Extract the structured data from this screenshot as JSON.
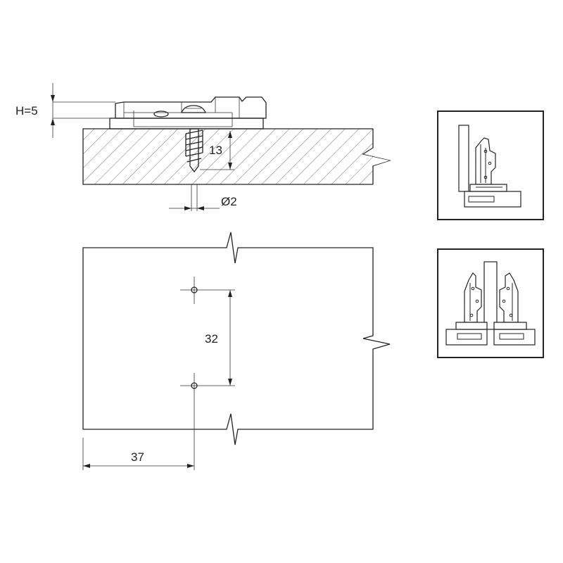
{
  "dimensions": {
    "plate_height": "H=5",
    "screw_depth": "13",
    "pilot_diameter": "Ø2",
    "hole_spacing": "32",
    "edge_offset": "37"
  },
  "icons": {
    "overlay_view": "full-overlay-hinge-icon",
    "half_overlay_view": "half-overlay-hinge-icon"
  }
}
